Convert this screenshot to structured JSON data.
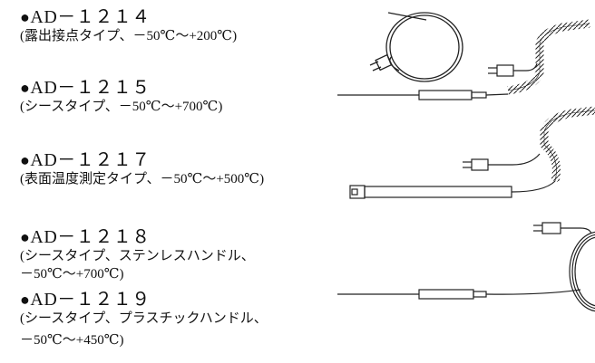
{
  "products": [
    {
      "bullet": "●",
      "code": "AD－１２１４",
      "desc": [
        "(露出接点タイプ、－50℃～+200℃)"
      ]
    },
    {
      "bullet": "●",
      "code": "AD－１２１５",
      "desc": [
        "(シースタイプ、－50℃～+700℃)"
      ]
    },
    {
      "bullet": "●",
      "code": "AD－１２１７",
      "desc": [
        "(表面温度測定タイプ、－50℃～+500℃)"
      ]
    },
    {
      "bullet": "●",
      "code": "AD－１２１８",
      "desc": [
        "(シースタイプ、ステンレスハンドル、",
        "－50℃～+700℃)"
      ]
    },
    {
      "bullet": "●",
      "code": "AD－１２１９",
      "desc": [
        "(シースタイプ、プラスチックハンドル、",
        "－50℃～+450℃)"
      ]
    }
  ]
}
